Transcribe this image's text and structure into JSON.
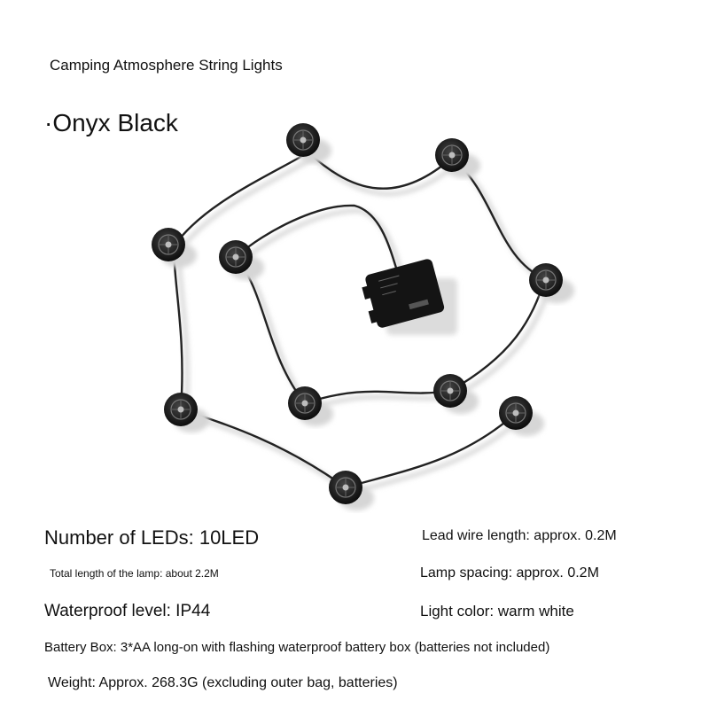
{
  "product": {
    "subtitle": "Camping Atmosphere String Lights",
    "color_variant": "·Onyx Black"
  },
  "specs": {
    "leds": "Number of LEDs: 10LED",
    "lead_wire": "Lead wire length: approx. 0.2M",
    "total_length": "Total length of the lamp: about 2.2M",
    "spacing": "Lamp spacing: approx. 0.2M",
    "waterproof": "Waterproof level: IP44",
    "light_color": "Light color: warm white",
    "battery": "Battery Box: 3*AA long-on with flashing waterproof battery box (batteries not included)",
    "weight": "Weight: Approx. 268.3G (excluding outer bag, batteries)"
  },
  "colors": {
    "lamp": "#1a1a1a",
    "cable": "#222222",
    "shadow": "#d8d8d8"
  }
}
